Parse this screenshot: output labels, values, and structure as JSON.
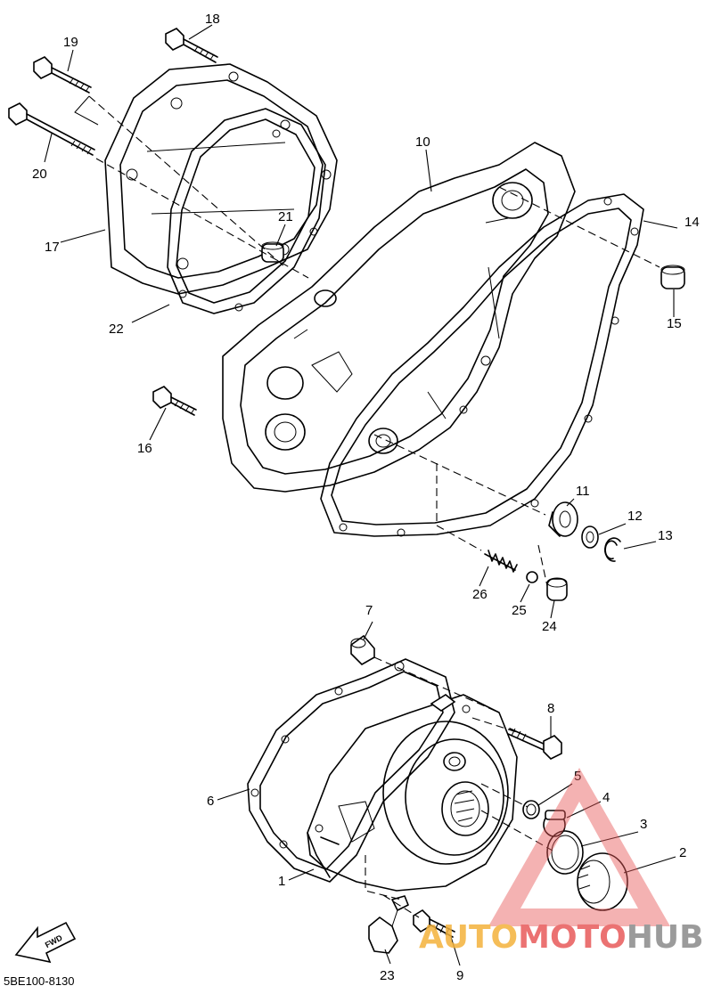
{
  "diagram": {
    "code": "5BE100-8130",
    "fwd_label": "FWD",
    "labels": {
      "p1": "1",
      "p2": "2",
      "p3": "3",
      "p4": "4",
      "p5": "5",
      "p6": "6",
      "p7": "7",
      "p8": "8",
      "p9": "9",
      "p10": "10",
      "p11": "11",
      "p12": "12",
      "p13": "13",
      "p14": "14",
      "p15": "15",
      "p16": "16",
      "p17": "17",
      "p18": "18",
      "p19": "19",
      "p20": "20",
      "p21": "21",
      "p22": "22",
      "p23": "23",
      "p24": "24",
      "p25": "25",
      "p26": "26"
    }
  },
  "watermark": {
    "text_part1": "AUTO",
    "text_part2": "MOTO",
    "text_part3": "HUB",
    "color_primary": "#e85a5a",
    "color_secondary": "#f4b23c",
    "color_text_dark": "#8a8a8a"
  }
}
